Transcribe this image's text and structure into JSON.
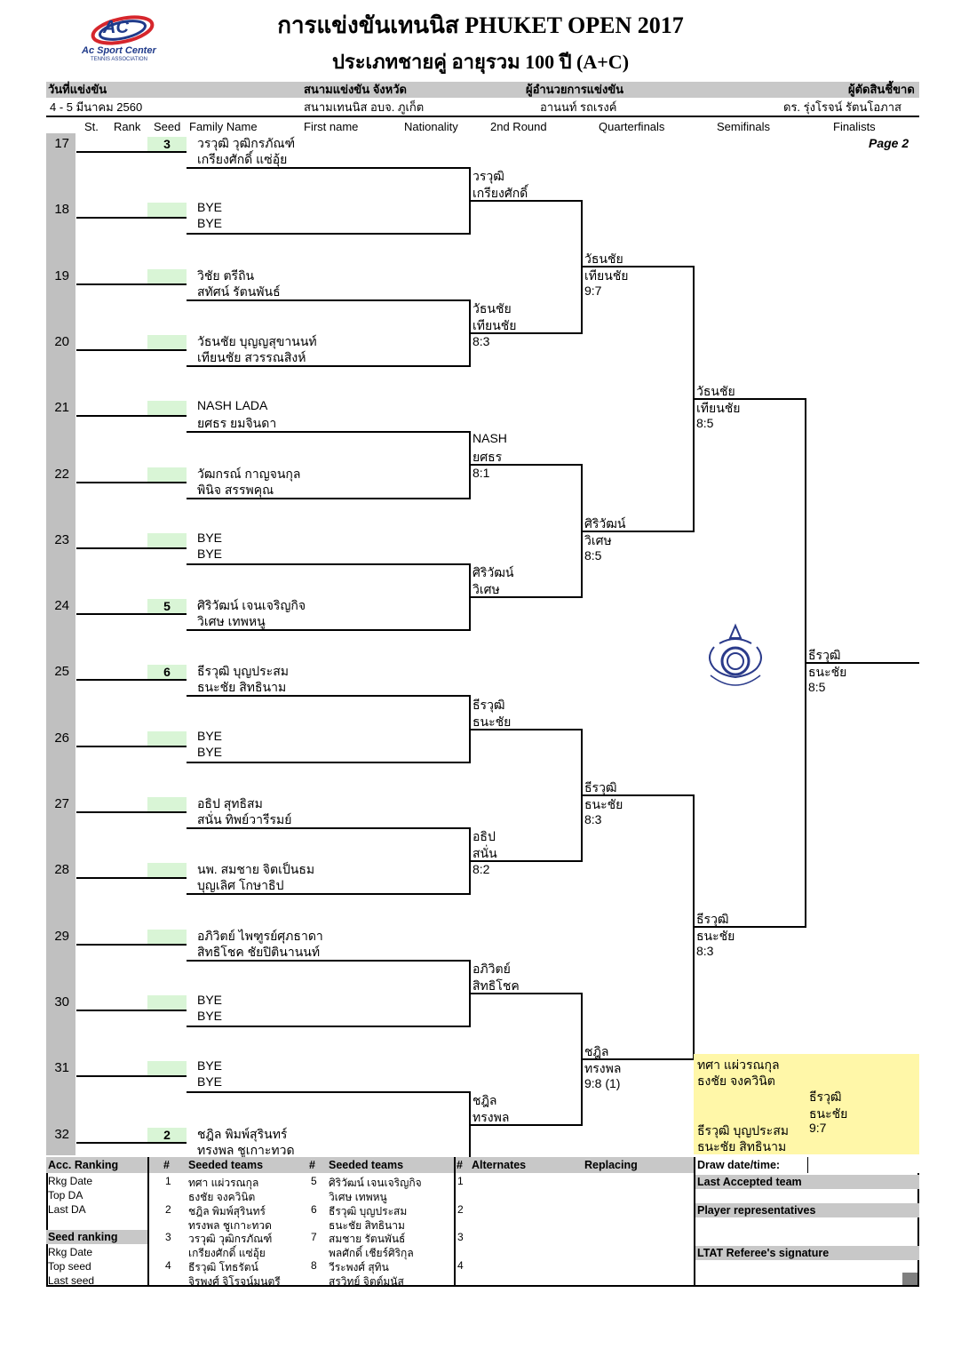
{
  "title": "การแข่งขันเทนนิส PHUKET OPEN 2017",
  "subtitle": "ประเภทชายคู่ อายุรวม 100 ปี (A+C)",
  "logo": {
    "text": "AC",
    "name": "Ac Sport Center",
    "sub": "TENNIS ASSOCIATION"
  },
  "header": {
    "date_label": "วันที่แข่งขัน",
    "venue_label": "สนามแข่งขัน จังหวัด",
    "director_label": "ผู้อำนวยการแข่งขัน",
    "referee_label": "ผู้ตัดสินชี้ขาด",
    "date": "4 - 5 มีนาคม 2560",
    "venue": "สนามเทนนิส อบจ. ภูเก็ต",
    "director": "อานนท์ รถเรงค์",
    "referee": "ดร. รุ่งโรจน์ รัตนโอภาส"
  },
  "columns": {
    "st": "St.",
    "rank": "Rank",
    "seed": "Seed",
    "family": "Family Name",
    "first": "First name",
    "nat": "Nationality",
    "r2": "2nd Round",
    "qf": "Quarterfinals",
    "sf": "Semifinals",
    "f": "Finalists"
  },
  "page": "Page 2",
  "entries": [
    {
      "num": "17",
      "seed": "3",
      "p1": "วรวุฒิ วุฒิกรภัณฑ์",
      "p2": "เกรียงศักดิ์ แซ่อุ้ย"
    },
    {
      "num": "18",
      "seed": "",
      "p1": "BYE",
      "p2": "BYE"
    },
    {
      "num": "19",
      "seed": "",
      "p1": "วิชัย ตรีถิน",
      "p2": "สทัศน์ รัตนพันธ์"
    },
    {
      "num": "20",
      "seed": "",
      "p1": "วัธนชัย บุญญสุขานนท์",
      "p2": "เทียนชัย สวรรณสิงห์"
    },
    {
      "num": "21",
      "seed": "",
      "p1": "NASH LADA",
      "p2": "ยศธร ยมจินดา"
    },
    {
      "num": "22",
      "seed": "",
      "p1": "วัฒกรณ์ กาญจนกุล",
      "p2": "พินิจ สรรพคุณ"
    },
    {
      "num": "23",
      "seed": "",
      "p1": "BYE",
      "p2": "BYE"
    },
    {
      "num": "24",
      "seed": "5",
      "p1": "ศิริวัฒน์ เจนเจริญกิจ",
      "p2": "วิเศษ เทพหนู"
    },
    {
      "num": "25",
      "seed": "6",
      "p1": "ธีรวุฒิ บุญประสม",
      "p2": "ธนะชัย สิทธินาม"
    },
    {
      "num": "26",
      "seed": "",
      "p1": "BYE",
      "p2": "BYE"
    },
    {
      "num": "27",
      "seed": "",
      "p1": "อธิป สุทธิสม",
      "p2": "สนั่น ทิพย์วารีรมย์"
    },
    {
      "num": "28",
      "seed": "",
      "p1": "นพ. สมชาย จิตเป็นธม",
      "p2": "บุญเลิศ โกษาธิป"
    },
    {
      "num": "29",
      "seed": "",
      "p1": "อภิวิตย์ ไพฑูรย์ศุภธาดา",
      "p2": "สิทธิโชค ชัยปิตินานนท์"
    },
    {
      "num": "30",
      "seed": "",
      "p1": "BYE",
      "p2": "BYE"
    },
    {
      "num": "31",
      "seed": "",
      "p1": "BYE",
      "p2": "BYE"
    },
    {
      "num": "32",
      "seed": "2",
      "p1": "ชฎิล พิมพ์สุรินทร์",
      "p2": "ทรงพล ชูเกาะทวด"
    }
  ],
  "r2": [
    {
      "a": "วรวุฒิ",
      "b": "เกรียงศักดิ์",
      "s": ""
    },
    {
      "a": "วัธนชัย",
      "b": "เทียนชัย",
      "s": "8:3"
    },
    {
      "a": "NASH",
      "b": "ยศธร",
      "s": "8:1"
    },
    {
      "a": "ศิริวัฒน์",
      "b": "วิเศษ",
      "s": ""
    },
    {
      "a": "ธีรวุฒิ",
      "b": "ธนะชัย",
      "s": ""
    },
    {
      "a": "อธิป",
      "b": "สนั่น",
      "s": "8:2"
    },
    {
      "a": "อภิวิตย์",
      "b": "สิทธิโชค",
      "s": ""
    },
    {
      "a": "ชฎิล",
      "b": "ทรงพล",
      "s": ""
    }
  ],
  "qf": [
    {
      "a": "วัธนชัย",
      "b": "เทียนชัย",
      "s": "9:7"
    },
    {
      "a": "ศิริวัฒน์",
      "b": "วิเศษ",
      "s": "8:5"
    },
    {
      "a": "ธีรวุฒิ",
      "b": "ธนะชัย",
      "s": "8:3"
    },
    {
      "a": "ชฎิล",
      "b": "ทรงพล",
      "s": "9:8 (1)"
    }
  ],
  "sf": [
    {
      "a": "วัธนชัย",
      "b": "เทียนชัย",
      "s": "8:5"
    },
    {
      "a": "ธีรวุฒิ",
      "b": "ธนะชัย",
      "s": "8:3"
    }
  ],
  "final": {
    "a": "ธีรวุฒิ",
    "b": "ธนะชัย",
    "s": "8:5"
  },
  "playoff": {
    "t1a": "ทศา แผ่วรณกุล",
    "t1b": "ธงชัย จงควินิต",
    "t2a": "ธีรวุฒิ บุญประสม",
    "t2b": "ธนะชัย สิทธินาม",
    "wa": "ธีรวุฒิ",
    "wb": "ธนะชัย",
    "s": "9:7"
  },
  "bottom": {
    "acc_ranking": "Acc. Ranking",
    "rkg_date": "Rkg Date",
    "top_da": "Top DA",
    "last_da": "Last DA",
    "seed_ranking": "Seed ranking",
    "rkg_date2": "Rkg Date",
    "top_seed": "Top seed",
    "last_seed": "Last seed",
    "hash": "#",
    "seeded_teams": "Seeded teams",
    "alternates": "Alternates",
    "replacing": "Replacing",
    "draw_date": "Draw date/time:",
    "last_accepted": "Last Accepted team",
    "player_reps": "Player representatives",
    "referee_sig": "LTAT Referee's signature",
    "seeds_left": [
      {
        "n": "1",
        "a": "ทศา แผ่วรณกุล",
        "b": "ธงชัย จงควินิต"
      },
      {
        "n": "2",
        "a": "ชฎิล พิมพ์สุรินทร์",
        "b": "ทรงพล ชูเกาะทวด"
      },
      {
        "n": "3",
        "a": "วรวุฒิ วุฒิกรภัณฑ์",
        "b": "เกรียงศักดิ์ แซ่อุ้ย"
      },
      {
        "n": "4",
        "a": "ธีรวุฒิ โทธรัตน์",
        "b": "จิรพงศ์ จิโรจน์มนตรี"
      }
    ],
    "seeds_right": [
      {
        "n": "5",
        "a": "ศิริวัฒน์ เจนเจริญกิจ",
        "b": "วิเศษ เทพหนู"
      },
      {
        "n": "6",
        "a": "ธีรวุฒิ บุญประสม",
        "b": "ธนะชัย สิทธินาม"
      },
      {
        "n": "7",
        "a": "สมชาย รัตนพันธ์",
        "b": "พลศักดิ์ เชียร์ศิริกุล"
      },
      {
        "n": "8",
        "a": "วีระพงศ์ สุทิน",
        "b": "สรวิทย์ จิตต์มนัส"
      }
    ],
    "alt_nums": [
      "1",
      "2",
      "3",
      "4"
    ]
  }
}
